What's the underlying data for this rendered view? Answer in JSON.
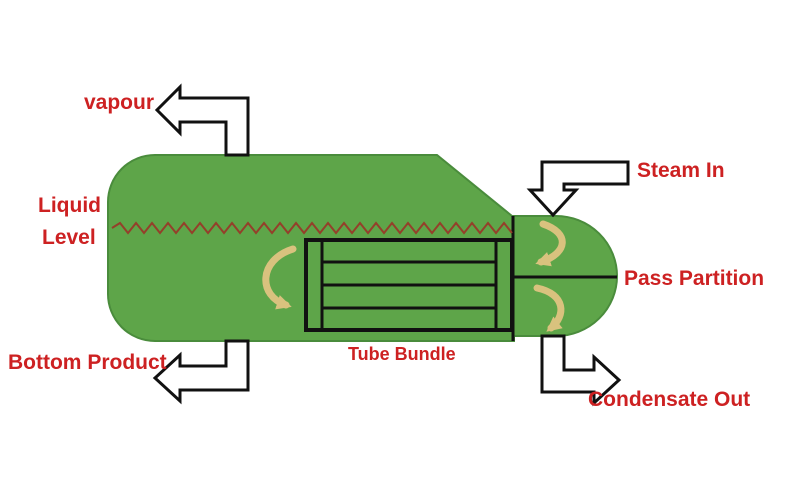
{
  "diagram": {
    "labels": {
      "vapour": "vapour",
      "liquid_level": {
        "line1": "Liquid",
        "line2": "Level"
      },
      "bottom_product": "Bottom Product",
      "tube_bundle": "Tube Bundle",
      "steam_in": "Steam In",
      "pass_partition": "Pass Partition",
      "condensate_out": "Condensate Out"
    }
  },
  "colors": {
    "background": "#ffffff",
    "vessel_green": "#5ea549",
    "vessel_outline": "#4a8c3c",
    "label_red": "#cd2122",
    "arrow_outline": "#111111",
    "arrow_fill": "#ffffff",
    "flow_arrow_tan": "#d9c27e",
    "liquid_level_zigzag": "#94402a"
  }
}
